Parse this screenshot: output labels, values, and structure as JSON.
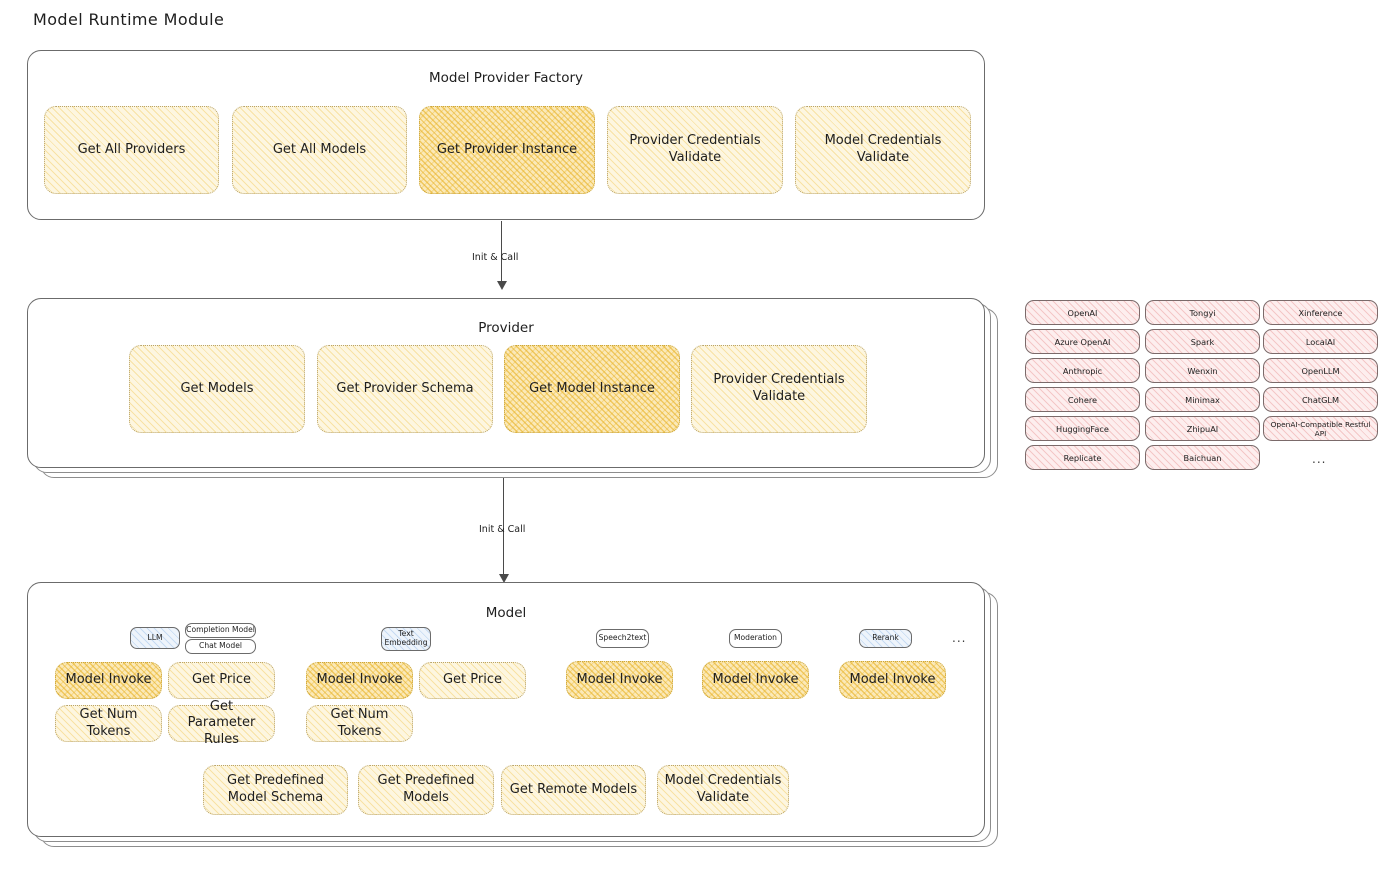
{
  "page": {
    "title": "Model Runtime Module"
  },
  "factory": {
    "title": "Model Provider Factory",
    "nodes": [
      {
        "label": "Get All Providers",
        "highlight": false
      },
      {
        "label": "Get All Models",
        "highlight": false
      },
      {
        "label": "Get Provider Instance",
        "highlight": true
      },
      {
        "label": "Provider Credentials Validate",
        "highlight": false
      },
      {
        "label": "Model Credentials Validate",
        "highlight": false
      }
    ]
  },
  "arrows": [
    {
      "label": "Init & Call"
    },
    {
      "label": "Init & Call"
    }
  ],
  "provider": {
    "title": "Provider",
    "nodes": [
      {
        "label": "Get Models",
        "highlight": false
      },
      {
        "label": "Get Provider Schema",
        "highlight": false
      },
      {
        "label": "Get Model Instance",
        "highlight": true
      },
      {
        "label": "Provider Credentials Validate",
        "highlight": false
      }
    ]
  },
  "provider_list": {
    "columns": [
      [
        "OpenAI",
        "Azure OpenAI",
        "Anthropic",
        "Cohere",
        "HuggingFace",
        "Replicate"
      ],
      [
        "Tongyi",
        "Spark",
        "Wenxin",
        "Minimax",
        "ZhipuAI",
        "Baichuan"
      ],
      [
        "Xinference",
        "LocalAI",
        "OpenLLM",
        "ChatGLM",
        "OpenAI-Compatible Restful API"
      ]
    ],
    "more": "..."
  },
  "model": {
    "title": "Model",
    "more": "...",
    "types": [
      {
        "badge": "LLM",
        "sub_badges": [
          "Completion Model",
          "Chat Model"
        ],
        "ops": [
          {
            "label": "Model Invoke",
            "highlight": true
          },
          {
            "label": "Get Price",
            "highlight": false
          },
          {
            "label": "Get Num Tokens",
            "highlight": false
          },
          {
            "label": "Get Parameter Rules",
            "highlight": false
          }
        ]
      },
      {
        "badge": "Text Embedding",
        "sub_badges": [],
        "ops": [
          {
            "label": "Model Invoke",
            "highlight": true
          },
          {
            "label": "Get Price",
            "highlight": false
          },
          {
            "label": "Get Num Tokens",
            "highlight": false
          }
        ]
      },
      {
        "badge": "Speech2text",
        "sub_badges": [],
        "ops": [
          {
            "label": "Model Invoke",
            "highlight": true
          }
        ]
      },
      {
        "badge": "Moderation",
        "sub_badges": [],
        "ops": [
          {
            "label": "Model Invoke",
            "highlight": true
          }
        ]
      },
      {
        "badge": "Rerank",
        "sub_badges": [],
        "ops": [
          {
            "label": "Model Invoke",
            "highlight": true
          }
        ]
      }
    ],
    "common_ops": [
      "Get Predefined Model Schema",
      "Get Predefined Models",
      "Get Remote Models",
      "Model Credentials Validate"
    ]
  },
  "colors": {
    "node_fill": "#fdf6e0",
    "node_highlight_fill": "#fbe9b8",
    "node_stroke": "#b9a46a",
    "pill_fill": "#fdeeee",
    "badge_fill": "#eef4fb",
    "panel_stroke": "#6b6b6b",
    "text": "#1e1e1e"
  }
}
